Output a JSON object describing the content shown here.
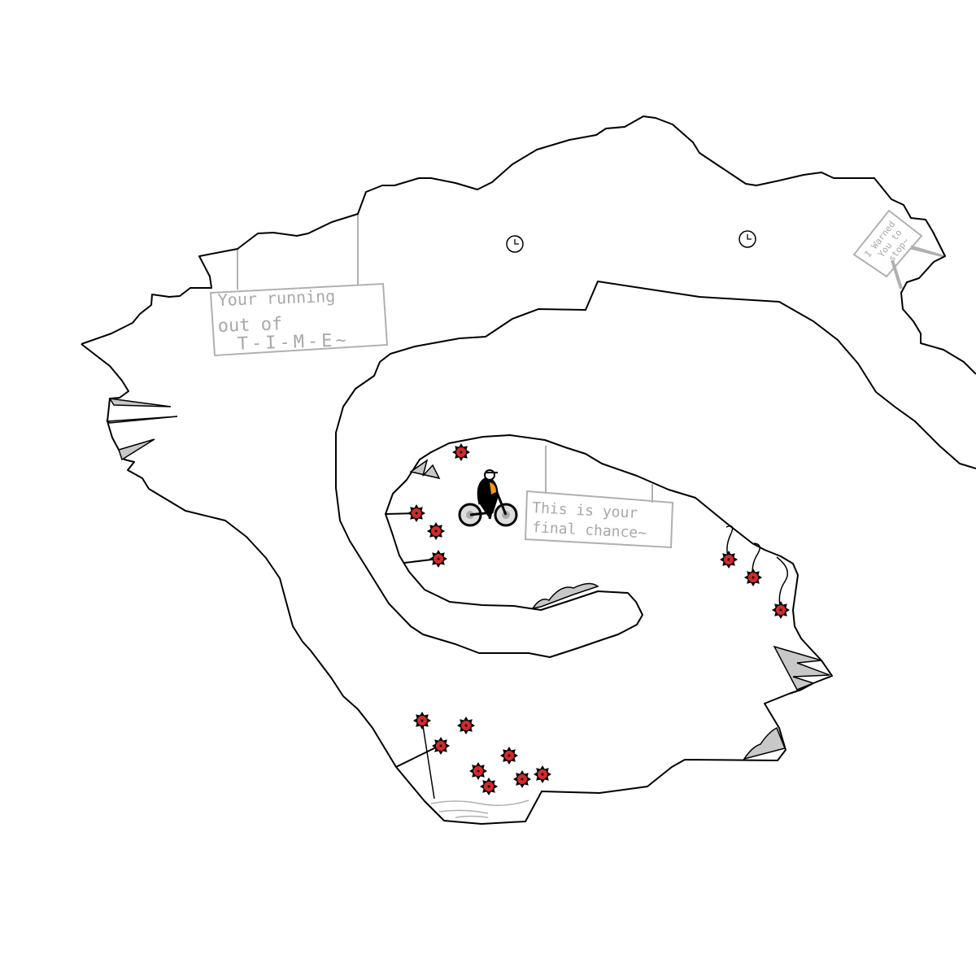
{
  "game": {
    "signs": {
      "running_out": {
        "line1": "Your running",
        "line2": "out of",
        "line3": "T-I-M-E~"
      },
      "final_chance": {
        "line1": "This is your",
        "line2": "final chance~"
      },
      "warned": {
        "line1": "I Warned",
        "line2": "You to",
        "line3": "stop~"
      }
    },
    "colors": {
      "track": "#000000",
      "scenery": "#b0b0b0",
      "mine": "#d42a2a",
      "rider_accent": "#f7931e"
    }
  }
}
